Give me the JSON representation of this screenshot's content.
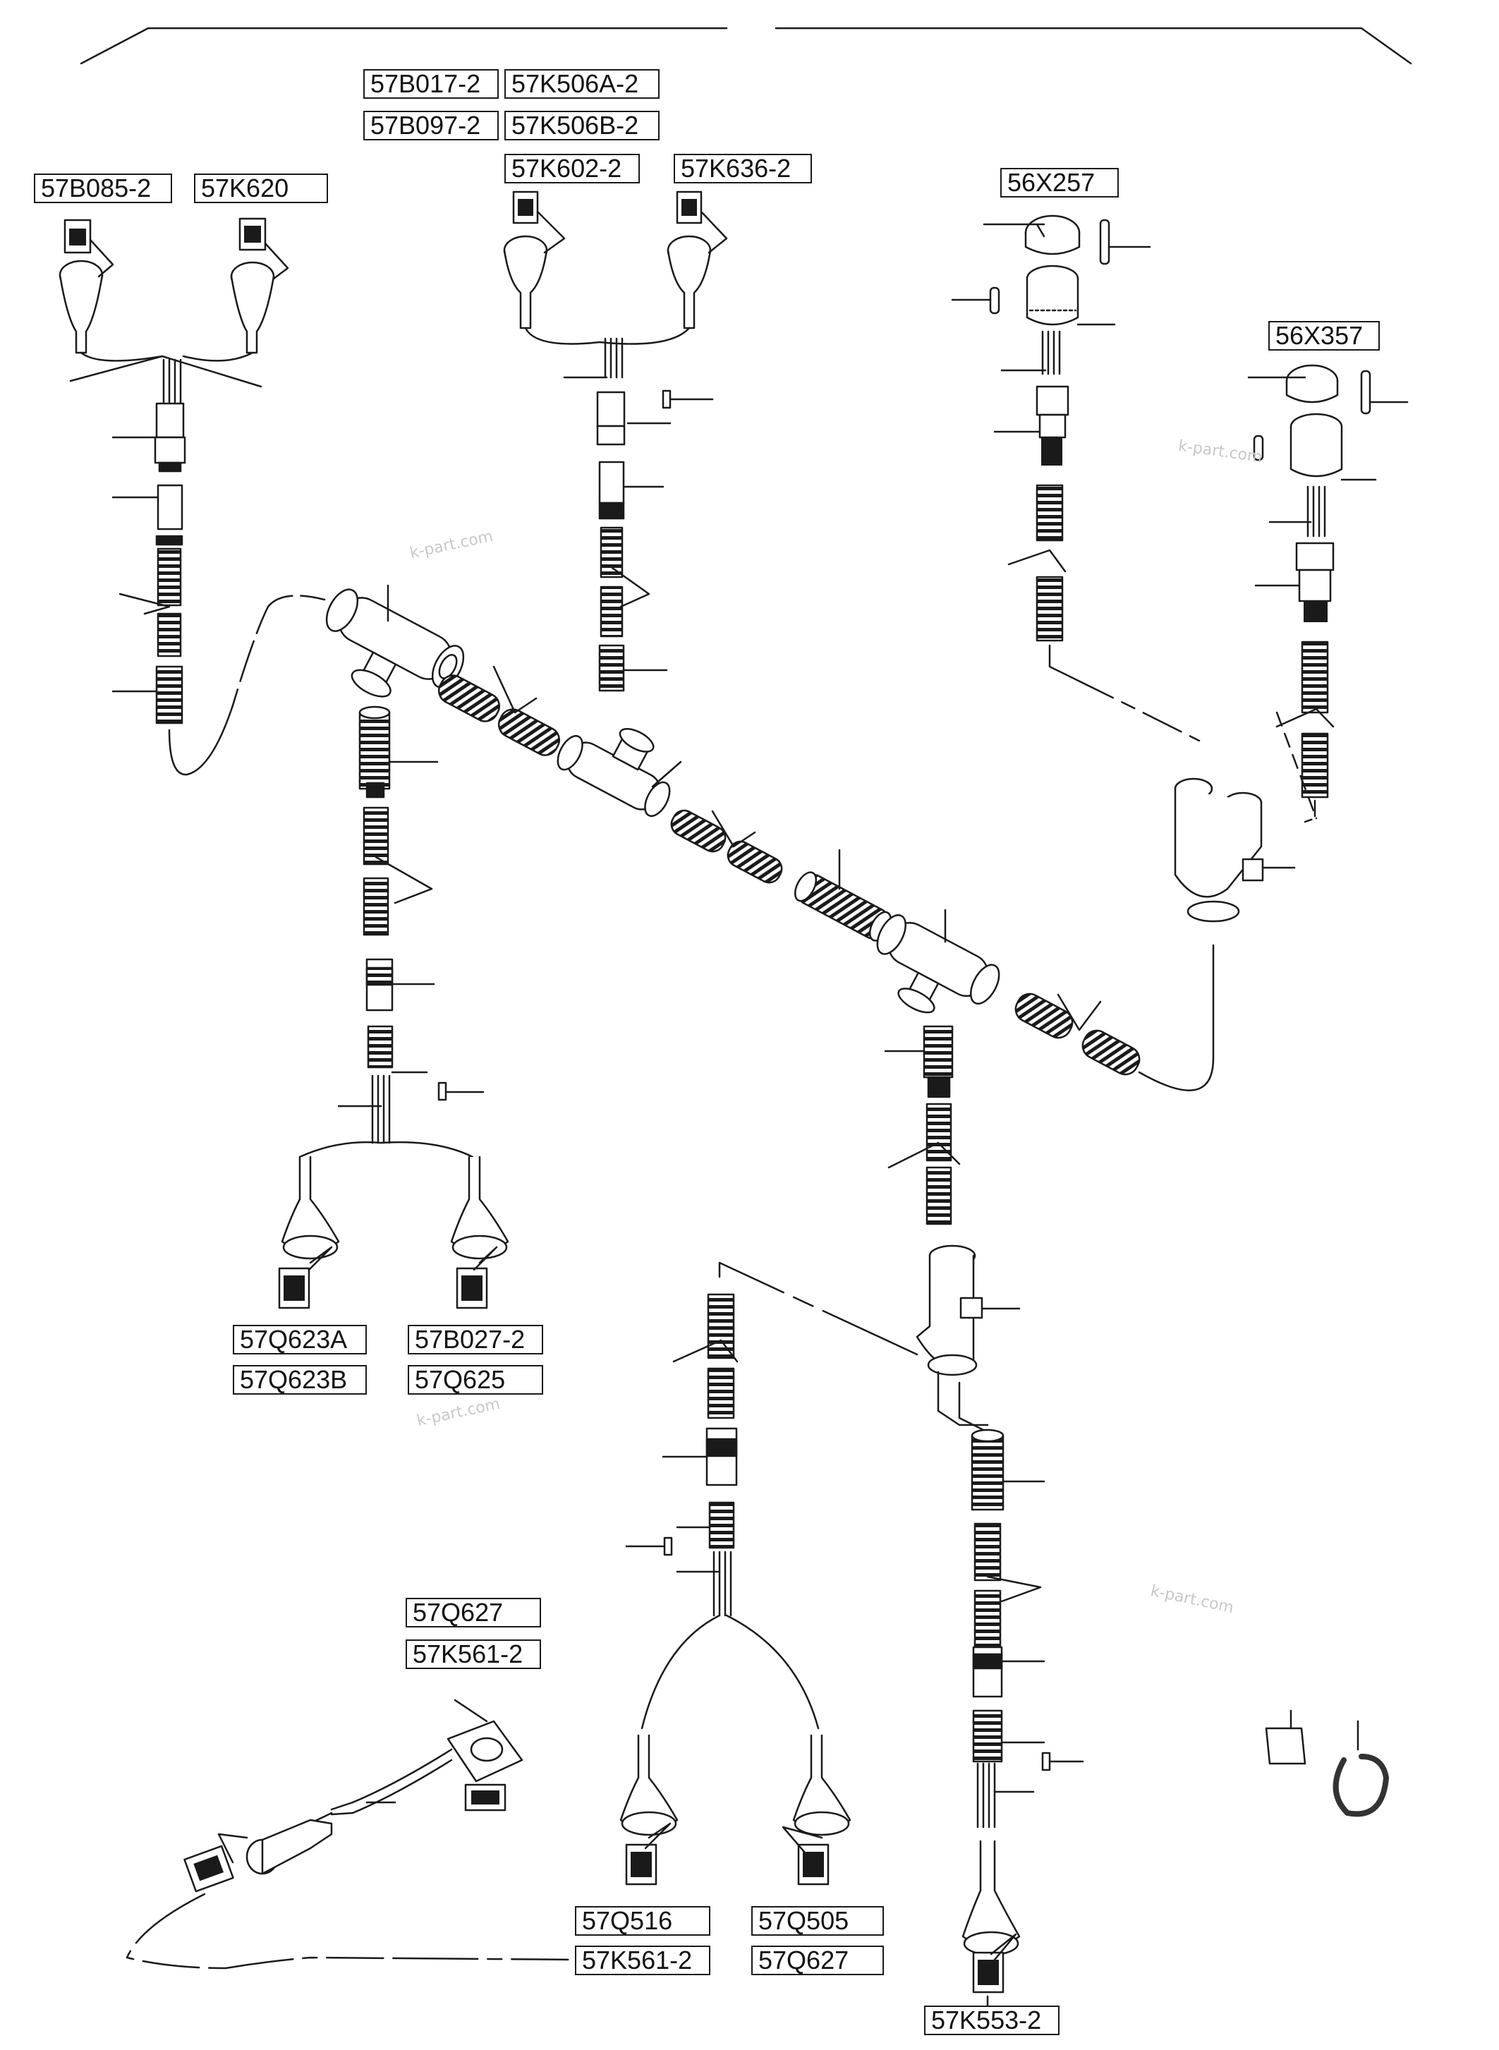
{
  "watermark": "k-part.com",
  "colors": {
    "ink": "#1a1a1a",
    "paper": "#ffffff",
    "watermark": "#c8c8c8"
  },
  "labels": {
    "b017": "57B017-2",
    "k506a": "57K506A-2",
    "b097": "57B097-2",
    "k506b": "57K506B-2",
    "k602": "57K602-2",
    "k636": "57K636-2",
    "b085": "57B085-2",
    "k620": "57K620",
    "x257": "56X257",
    "x357": "56X357",
    "q623a": "57Q623A",
    "q623b": "57Q623B",
    "b027": "57B027-2",
    "q625": "57Q625",
    "q627_top": "57Q627",
    "k561_top": "57K561-2",
    "q516": "57Q516",
    "q505": "57Q505",
    "k561_bottom": "57K561-2",
    "q627_bottom": "57Q627",
    "k553": "57K553-2"
  }
}
